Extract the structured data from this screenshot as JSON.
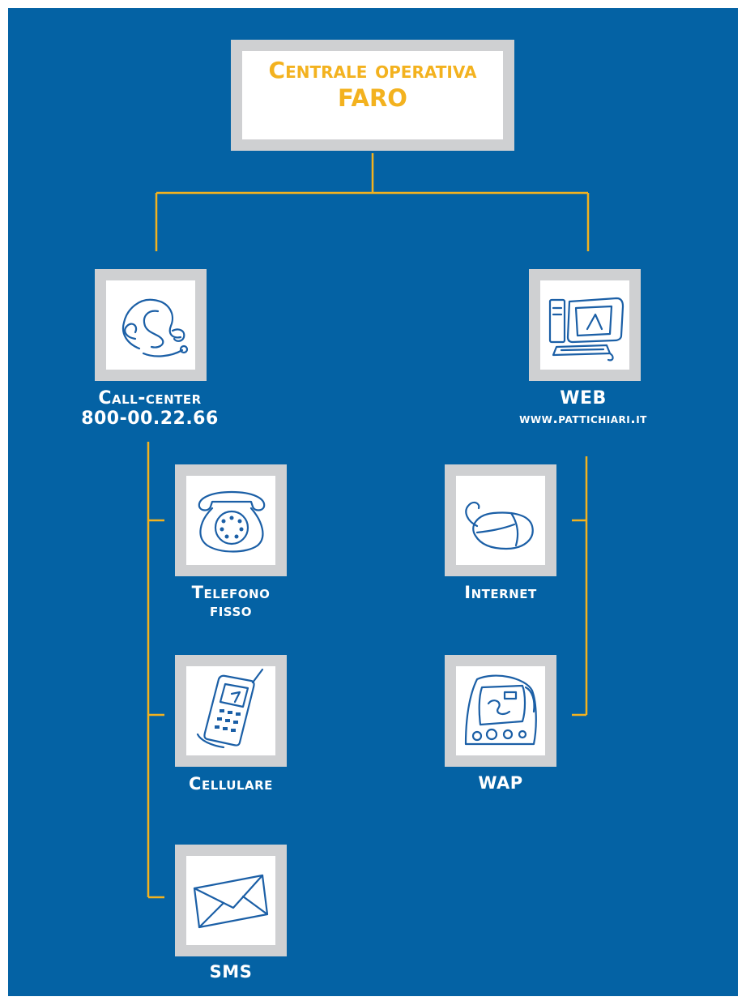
{
  "root": {
    "line1": "Centrale operativa",
    "line2": "FARO"
  },
  "call_center": {
    "label": "Call-center",
    "number": "800-00.22.66",
    "icon": "headset-icon"
  },
  "web": {
    "label": "WEB",
    "url": "www.pattichiari.it",
    "icon": "computer-icon"
  },
  "channels": {
    "telefono": {
      "line1": "Telefono",
      "line2": "fisso",
      "icon": "rotary-phone-icon"
    },
    "cellulare": {
      "label": "Cellulare",
      "icon": "mobile-phone-icon"
    },
    "sms": {
      "label": "SMS",
      "icon": "envelope-icon"
    },
    "internet": {
      "label": "Internet",
      "icon": "mouse-icon"
    },
    "wap": {
      "label": "WAP",
      "icon": "pda-icon"
    }
  },
  "colors": {
    "background": "#0462a4",
    "connector": "#f3b21f",
    "title": "#f3b21f",
    "frame": "#cfd0d2",
    "icon_stroke": "#1b5fa6"
  }
}
